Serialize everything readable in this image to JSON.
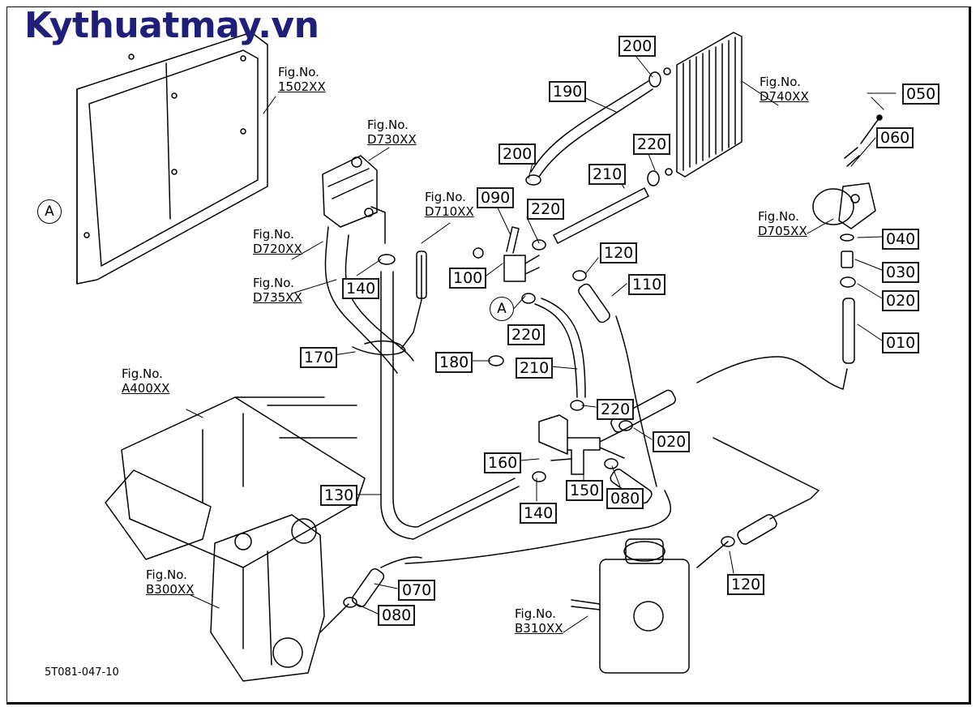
{
  "watermark": {
    "text": "Kythuatmay.vn",
    "color": "#1f1f7a"
  },
  "figure_refs": [
    {
      "prefix": "Fig.No.",
      "code": "1502XX"
    },
    {
      "prefix": "Fig.No.",
      "code": "D730XX"
    },
    {
      "prefix": "Fig.No.",
      "code": "D740XX"
    },
    {
      "prefix": "Fig.No.",
      "code": "D710XX"
    },
    {
      "prefix": "Fig.No.",
      "code": "D720XX"
    },
    {
      "prefix": "Fig.No.",
      "code": "D735XX"
    },
    {
      "prefix": "Fig.No.",
      "code": "D705XX"
    },
    {
      "prefix": "Fig.No.",
      "code": "A400XX"
    },
    {
      "prefix": "Fig.No.",
      "code": "B300XX"
    },
    {
      "prefix": "Fig.No.",
      "code": "B310XX"
    }
  ],
  "part_labels": [
    "200",
    "190",
    "220",
    "200",
    "210",
    "090",
    "220",
    "050",
    "060",
    "040",
    "030",
    "020",
    "010",
    "100",
    "120",
    "110",
    "220",
    "210",
    "220",
    "020",
    "180",
    "170",
    "140",
    "160",
    "140",
    "150",
    "080",
    "130",
    "070",
    "080",
    "120"
  ],
  "reference_marks": [
    "A",
    "A"
  ],
  "drawing_code": "5T081-047-10"
}
